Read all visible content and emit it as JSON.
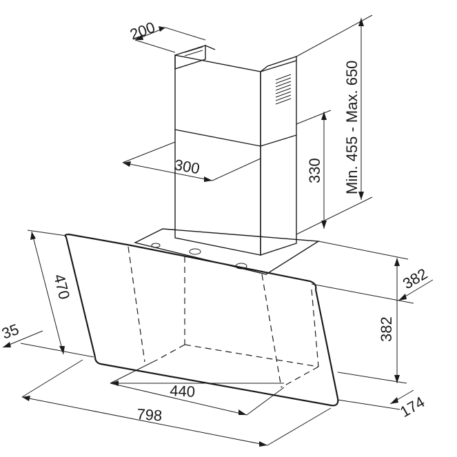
{
  "drawing": {
    "dimensions": {
      "chimney_depth": "200",
      "chimney_height_range": "Min. 455 - Max. 650",
      "chimney_width": "300",
      "upper_chimney_height": "330",
      "hood_depth": "382",
      "hood_side_height": "382",
      "glass_height": "470",
      "glass_offset": "35",
      "inner_width": "440",
      "total_width": "798",
      "bottom_depth": "174"
    }
  }
}
